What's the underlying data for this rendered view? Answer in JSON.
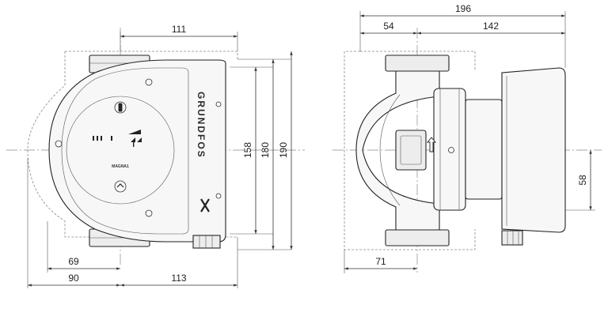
{
  "colors": {
    "line": "#333333",
    "dash": "#888888",
    "body_fill": "#f7f7f7",
    "shade": "#ededed"
  },
  "front_view": {
    "brand_text": "GRUNDFOS",
    "model_label": "MAGNA1",
    "dims": {
      "top_width": "111",
      "height_inner": "158",
      "height_mid": "180",
      "height_outer": "190",
      "left_inner": "69",
      "left_outer": "90",
      "right_bottom": "113"
    }
  },
  "side_view": {
    "dims": {
      "total_width": "196",
      "left_part": "54",
      "right_part": "142",
      "bottom_left": "71",
      "right_height": "58"
    }
  }
}
